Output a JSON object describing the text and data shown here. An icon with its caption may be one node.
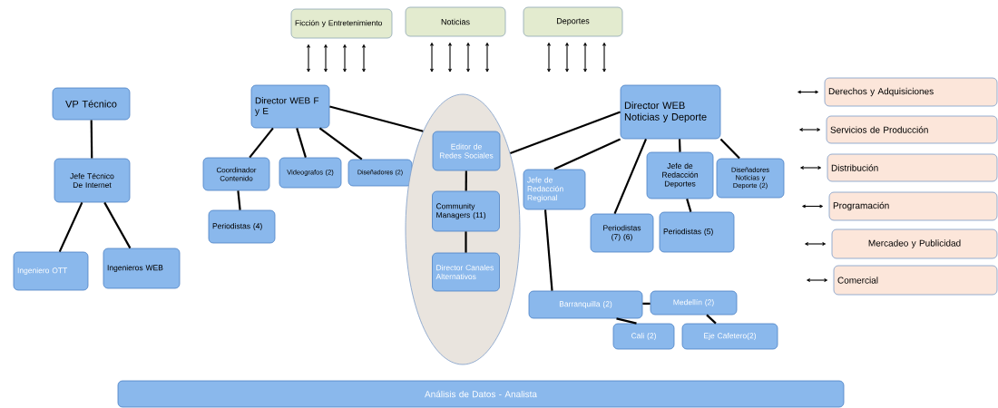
{
  "diagram": {
    "nodes": [
      {
        "text": [
          "Ficción y Entretenimiento"
        ]
      },
      {
        "text": [
          "Noticias"
        ]
      },
      {
        "text": [
          "Deportes"
        ]
      },
      {
        "text": [
          "VP Técnico"
        ]
      },
      {
        "text": [
          "Director WEB F y E"
        ]
      },
      {
        "text": [
          "Director WEB Noticias y Deporte"
        ]
      },
      {
        "text": [
          "Derechos y Adquisiciones"
        ]
      },
      {
        "text": [
          "Servicios de Producción"
        ]
      },
      {
        "text": [
          "Jefe Técnico De Internet"
        ]
      },
      {
        "text": [
          "Coordinador Contenido"
        ]
      },
      {
        "text": [
          "Videografos (2)"
        ]
      },
      {
        "text": [
          "Diseñadores (2)"
        ]
      },
      {
        "text": [],
        "shape": "ellipse"
      },
      {
        "text": [
          "Editor de Redes Sociales"
        ],
        "in": 12
      },
      {
        "text": [
          "Community Managers (11)"
        ],
        "in": 12
      },
      {
        "text": [
          "Director Canales Alternativos"
        ],
        "in": 12
      },
      {
        "text": [
          "Jefe de Redacción Regional"
        ]
      },
      {
        "text": [
          "Jefe de Redacción Deportes"
        ]
      },
      {
        "text": [
          "Diseñadores Noticias y Deporte (2)"
        ]
      },
      {
        "text": [
          "Distribución"
        ]
      },
      {
        "text": [
          "Periodistas (4)"
        ]
      },
      {
        "text": [
          "Periodistas (7) (6)"
        ]
      },
      {
        "text": [
          "Periodistas (5)"
        ]
      },
      {
        "text": [
          "Programación"
        ]
      },
      {
        "text": [
          "Mercadeo y Publicidad"
        ]
      },
      {
        "text": [
          "Ingeniero OTT"
        ]
      },
      {
        "text": [
          "Ingenieros WEB"
        ]
      },
      {
        "text": [
          "Comercial"
        ]
      },
      {
        "text": [
          "Barranquilla (2)"
        ]
      },
      {
        "text": [
          "Medellín (2)"
        ]
      },
      {
        "text": [
          "Cali (2)"
        ]
      },
      {
        "text": [
          "Eje Cafetero(2)"
        ]
      },
      {
        "text": [
          "Análisis de Datos - Analista"
        ]
      }
    ],
    "edges": [
      {
        "from": 3,
        "to": 8,
        "arrow": "none"
      },
      {
        "from": 8,
        "to": 25,
        "arrow": "none"
      },
      {
        "from": 8,
        "to": 26,
        "arrow": "none"
      },
      {
        "from": 4,
        "to": 9,
        "arrow": "none"
      },
      {
        "from": 4,
        "to": 10,
        "arrow": "none"
      },
      {
        "from": 4,
        "to": 11,
        "arrow": "none"
      },
      {
        "from": 9,
        "to": 20,
        "arrow": "none"
      },
      {
        "from": 4,
        "to": 12,
        "arrow": "none"
      },
      {
        "from": 12,
        "to": 5,
        "arrow": "none"
      },
      {
        "from": 13,
        "to": 14,
        "arrow": "none"
      },
      {
        "from": 14,
        "to": 15,
        "arrow": "none"
      },
      {
        "from": 5,
        "to": 16,
        "arrow": "none"
      },
      {
        "from": 5,
        "to": 21,
        "arrow": "none"
      },
      {
        "from": 5,
        "to": 17,
        "arrow": "none"
      },
      {
        "from": 5,
        "to": 18,
        "arrow": "none"
      },
      {
        "from": 17,
        "to": 22,
        "arrow": "none"
      },
      {
        "from": 16,
        "to": 28,
        "arrow": "none"
      },
      {
        "from": 28,
        "to": 29,
        "arrow": "none"
      },
      {
        "from": 28,
        "to": 30,
        "arrow": "none"
      },
      {
        "from": 29,
        "to": 31,
        "arrow": "none"
      },
      {
        "from": null,
        "to": 0,
        "arrow": "both"
      },
      {
        "from": null,
        "to": 0,
        "arrow": "both"
      },
      {
        "from": null,
        "to": 0,
        "arrow": "both"
      },
      {
        "from": null,
        "to": 0,
        "arrow": "both"
      },
      {
        "from": null,
        "to": 1,
        "arrow": "both"
      },
      {
        "from": null,
        "to": 1,
        "arrow": "both"
      },
      {
        "from": null,
        "to": 1,
        "arrow": "both"
      },
      {
        "from": null,
        "to": 1,
        "arrow": "both"
      },
      {
        "from": null,
        "to": 2,
        "arrow": "both"
      },
      {
        "from": null,
        "to": 2,
        "arrow": "both"
      },
      {
        "from": null,
        "to": 2,
        "arrow": "both"
      },
      {
        "from": null,
        "to": 2,
        "arrow": "both"
      },
      {
        "from": null,
        "to": 6,
        "arrow": "both"
      },
      {
        "from": null,
        "to": 7,
        "arrow": "both"
      },
      {
        "from": null,
        "to": 19,
        "arrow": "both"
      },
      {
        "from": null,
        "to": 23,
        "arrow": "both"
      },
      {
        "from": null,
        "to": 24,
        "arrow": "both"
      },
      {
        "from": null,
        "to": 27,
        "arrow": "both"
      }
    ]
  }
}
